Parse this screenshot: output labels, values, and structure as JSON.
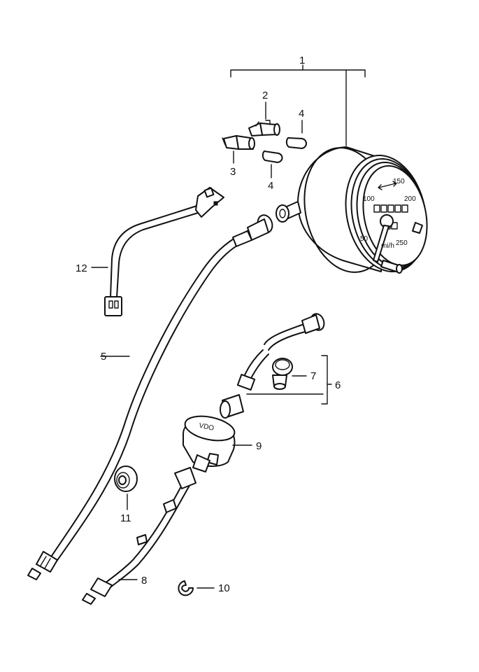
{
  "callouts": [
    "1",
    "2",
    "3",
    "4",
    "4",
    "12",
    "5",
    "7",
    "6",
    "9",
    "11",
    "8",
    "10"
  ],
  "speedometer": {
    "dial_numbers": [
      "50",
      "100",
      "150",
      "200",
      "250"
    ],
    "unit_text": "mi/h"
  },
  "sensor_brand": "VDO"
}
